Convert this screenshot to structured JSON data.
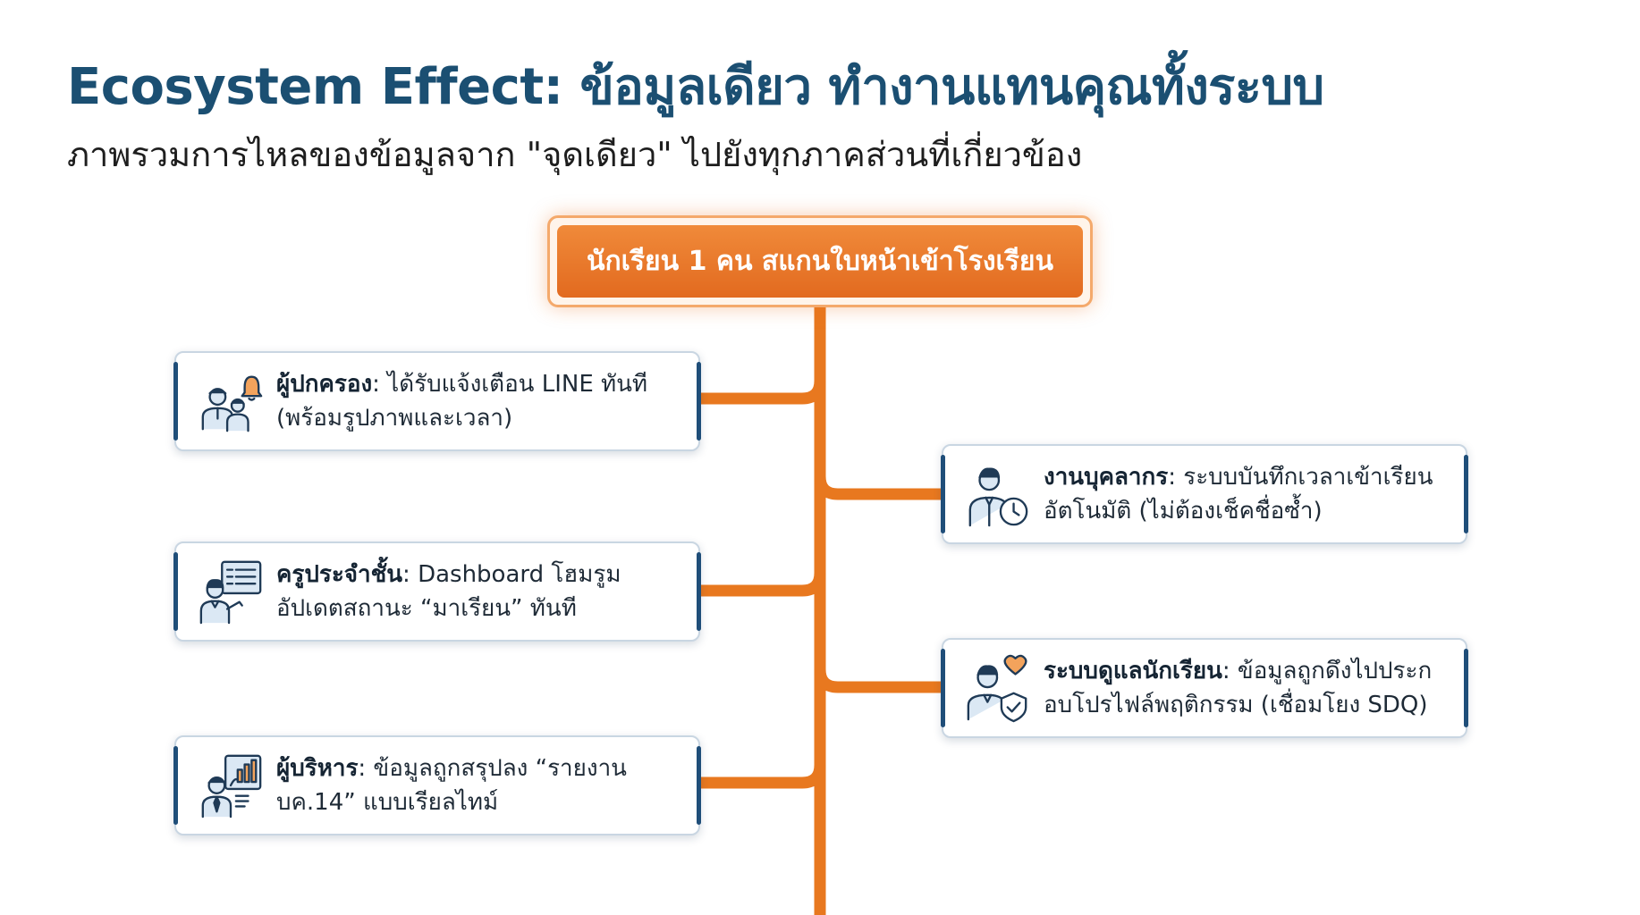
{
  "title": "Ecosystem Effect: ข้อมูลเดียว ทำงานแทนคุณทั้งระบบ",
  "subtitle": "ภาพรวมการไหลของข้อมูลจาก \"จุดเดียว\" ไปยังทุกภาคส่วนที่เกี่ยวข้อง",
  "root": {
    "label": "นักเรียน 1 คน สแกนใบหน้าเข้าโรงเรียน"
  },
  "nodes": {
    "parents": {
      "heading": "ผู้ปกครอง",
      "line1": ": ได้รับแจ้งเตือน LINE ทันที",
      "line2": "(พร้อมรูปภาพและเวลา)",
      "icon": "parents-bell-icon"
    },
    "homeroom": {
      "heading": "ครูประจำชั้น",
      "line1": ": Dashboard โฮมรูม",
      "line2": "อัปเดตสถานะ “มาเรียน” ทันที",
      "icon": "teacher-dashboard-icon"
    },
    "executives": {
      "heading": "ผู้บริหาร",
      "line1": ": ข้อมูลถูกสรุปลง “รายงาน",
      "line2": "บค.14” แบบเรียลไทม์",
      "icon": "executive-report-icon"
    },
    "personnel": {
      "heading": "งานบุคลากร",
      "line1": ": ระบบบันทึกเวลาเข้าเรียน",
      "line2": "อัตโนมัติ   (ไม่ต้องเช็คชื่อซ้ำ)",
      "icon": "staff-clock-icon"
    },
    "student_care": {
      "heading": "ระบบดูแลนักเรียน",
      "line1": ": ข้อมูลถูกดึงไปประก",
      "line2": "อบโปรไฟล์พฤติกรรม (เชื่อมโยง SDQ)",
      "icon": "student-care-shield-icon"
    }
  },
  "colors": {
    "title": "#1b4f72",
    "accent_orange": "#e8781f",
    "card_border": "#1f4e79"
  }
}
